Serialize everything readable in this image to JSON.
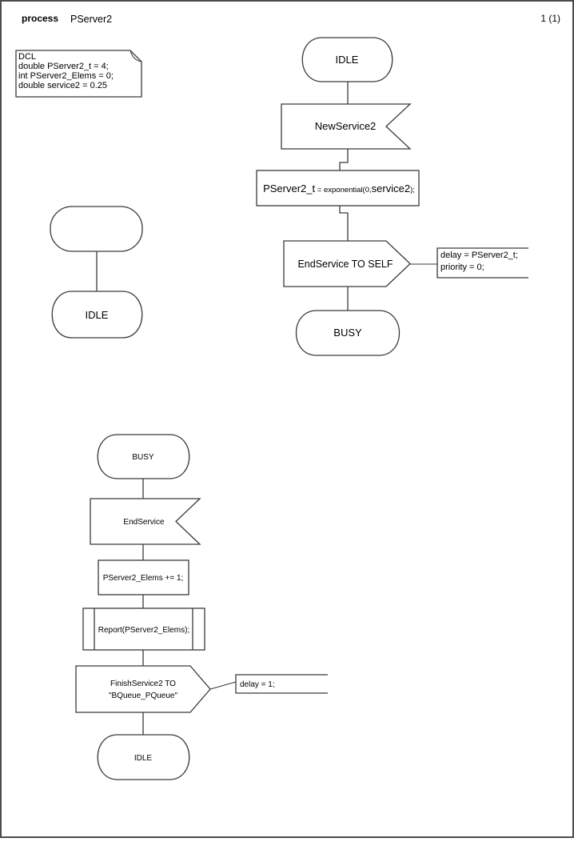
{
  "page": {
    "kind_label": "process",
    "name": "PServer2",
    "page_number": "1 (1)"
  },
  "declarations": {
    "lines": [
      "DCL",
      "double PServer2_t = 4;",
      "int PServer2_Elems = 0;",
      "double service2 = 0.25"
    ]
  },
  "top_flow": {
    "start_state": "IDLE",
    "input_signal": "NewService2",
    "task_seg1": "PServer2_t",
    "task_seg2": " = exponential(0,",
    "task_seg3": "service2",
    "task_seg4": ");",
    "output_signal": "EndService TO SELF",
    "comment_line1": "delay = PServer2_t;",
    "comment_line2": "priority = 0;",
    "end_state": "BUSY"
  },
  "left_flow": {
    "end_state": "IDLE"
  },
  "bottom_flow": {
    "start_state": "BUSY",
    "input_signal": "EndService",
    "task": "PServer2_Elems += 1;",
    "procedure_call": "Report(PServer2_Elems);",
    "output_line1": "FinishService2 TO",
    "output_line2": "\"BQueue_PQueue\"",
    "comment": "delay = 1;",
    "end_state": "IDLE"
  },
  "colors": {
    "stroke": "#3a3a3a",
    "text": "#000000",
    "background": "#ffffff",
    "page_border": "#4c4c4c"
  }
}
